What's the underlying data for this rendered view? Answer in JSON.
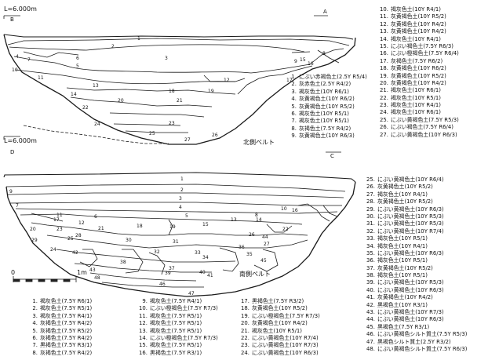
{
  "top_section": {
    "level_label": "L=6.000m",
    "point_start": "B",
    "point_end": "A",
    "bottom_label": "C",
    "title": "北側ベルト",
    "layers": [
      "1",
      "2",
      "3",
      "4",
      "5",
      "6",
      "7",
      "8",
      "9",
      "10",
      "11",
      "12",
      "13",
      "14",
      "15",
      "16",
      "17",
      "18",
      "19",
      "20",
      "21",
      "22",
      "23",
      "24",
      "25",
      "26",
      "27"
    ],
    "legend": [
      {
        "n": "1.",
        "d": "にぶい赤褐色土(2.5Y R5/4)"
      },
      {
        "n": "2.",
        "d": "灰赤色土(2.5Y R4/2)"
      },
      {
        "n": "3.",
        "d": "褐灰色土(10Y R6/1)"
      },
      {
        "n": "4.",
        "d": "灰黄褐色土(10Y R6/2)"
      },
      {
        "n": "5.",
        "d": "灰黄褐色土(10Y R5/2)"
      },
      {
        "n": "6.",
        "d": "褐灰色土(10Y R5/1)"
      },
      {
        "n": "7.",
        "d": "褐灰色土(10Y R5/1)"
      },
      {
        "n": "8.",
        "d": "灰褐色土(7.5Y R4/2)"
      },
      {
        "n": "9.",
        "d": "灰黄褐色土(10Y R6/3)"
      },
      {
        "n": "10.",
        "d": "褐灰色土(10Y R4/1)"
      },
      {
        "n": "11.",
        "d": "灰黄褐色土(10Y R5/2)"
      },
      {
        "n": "12.",
        "d": "灰黄褐色土(10Y R4/2)"
      },
      {
        "n": "13.",
        "d": "灰黄褐色土(10Y R4/2)"
      },
      {
        "n": "14.",
        "d": "褐灰色土(10Y R4/1)"
      },
      {
        "n": "15.",
        "d": "にぶい褐色土(7.5Y R6/3)"
      },
      {
        "n": "16.",
        "d": "にぶい橙褐色土(7.5Y R6/4)"
      },
      {
        "n": "17.",
        "d": "灰褐色土(7.5Y R6/2)"
      },
      {
        "n": "18.",
        "d": "灰黄褐色土(10Y R6/2)"
      },
      {
        "n": "19.",
        "d": "灰黄褐色土(10Y R5/2)"
      },
      {
        "n": "20.",
        "d": "灰黄褐色土(10Y R4/2)"
      },
      {
        "n": "21.",
        "d": "褐灰色土(10Y R6/1)"
      },
      {
        "n": "22.",
        "d": "褐灰色土(10Y R5/1)"
      },
      {
        "n": "23.",
        "d": "褐灰色土(10Y R4/1)"
      },
      {
        "n": "24.",
        "d": "褐灰色土(10Y R6/1)"
      },
      {
        "n": "25.",
        "d": "にぶい黄褐色土(7.5Y R5/3)"
      },
      {
        "n": "26.",
        "d": "にぶい褐色土(7.5Y R6/4)"
      },
      {
        "n": "27.",
        "d": "にぶい黄褐色土(10Y R6/3)"
      }
    ]
  },
  "bottom_section": {
    "level_label": "L=6.000m",
    "point_start": "D",
    "title": "南側ベルト",
    "scale": {
      "zero": "0",
      "one": "1m"
    },
    "layers": [
      "1",
      "2",
      "3",
      "4",
      "5",
      "6",
      "7",
      "8",
      "9",
      "10",
      "11",
      "12",
      "13",
      "14",
      "15",
      "16",
      "17",
      "18",
      "19",
      "20",
      "21",
      "22",
      "23",
      "24",
      "25",
      "26",
      "27",
      "28",
      "29",
      "30",
      "31",
      "32",
      "33",
      "34",
      "35",
      "36",
      "37",
      "38",
      "39",
      "40",
      "41",
      "42",
      "43",
      "44",
      "45",
      "46",
      "47",
      "48"
    ],
    "legend": [
      {
        "n": "1.",
        "d": "褐灰色土(7.5Y R6/1)"
      },
      {
        "n": "2.",
        "d": "褐灰色土(7.5Y R5/1)"
      },
      {
        "n": "3.",
        "d": "褐灰色土(7.5Y R4/1)"
      },
      {
        "n": "4.",
        "d": "灰褐色土(7.5Y R4/2)"
      },
      {
        "n": "5.",
        "d": "灰褐色土(7.5Y R5/2)"
      },
      {
        "n": "6.",
        "d": "灰褐色土(7.5Y R4/2)"
      },
      {
        "n": "7.",
        "d": "黒褐色土(7.5Y R3/1)"
      },
      {
        "n": "8.",
        "d": "灰褐色土(7.5Y R4/2)"
      },
      {
        "n": "9.",
        "d": "褐灰色土(7.5Y R4/1)"
      },
      {
        "n": "10.",
        "d": "にぶい橙褐色土(7.5Y R7/3)"
      },
      {
        "n": "11.",
        "d": "褐灰色土(7.5Y R5/1)"
      },
      {
        "n": "12.",
        "d": "褐灰色土(7.5Y R5/1)"
      },
      {
        "n": "13.",
        "d": "褐灰色土(7.5Y R5/1)"
      },
      {
        "n": "14.",
        "d": "にぶい橙褐色土(7.5Y R7/3)"
      },
      {
        "n": "15.",
        "d": "褐灰色土(7.5Y R5/1)"
      },
      {
        "n": "16.",
        "d": "黒褐色土(7.5Y R3/1)"
      },
      {
        "n": "17.",
        "d": "黒褐色土(7.5Y R3/2)"
      },
      {
        "n": "18.",
        "d": "灰黄褐色土(10Y R5/2)"
      },
      {
        "n": "19.",
        "d": "にぶい橙褐色土(7.5Y R7/3)"
      },
      {
        "n": "20.",
        "d": "灰黄褐色土(10Y R4/2)"
      },
      {
        "n": "21.",
        "d": "褐灰色土(10Y R5/1)"
      },
      {
        "n": "22.",
        "d": "にぶい黄褐色土(10Y R7/4)"
      },
      {
        "n": "23.",
        "d": "にぶい黄褐色土(10Y R7/3)"
      },
      {
        "n": "24.",
        "d": "にぶい黄褐色土(10Y R6/3)"
      },
      {
        "n": "25.",
        "d": "にぶい黄褐色土(10Y R6/4)"
      },
      {
        "n": "26.",
        "d": "灰黄褐色土(10Y R5/2)"
      },
      {
        "n": "27.",
        "d": "褐灰色土(10Y R4/1)"
      },
      {
        "n": "28.",
        "d": "灰黄褐色土(10Y R5/2)"
      },
      {
        "n": "29.",
        "d": "にぶい黄褐色土(10Y R6/3)"
      },
      {
        "n": "30.",
        "d": "にぶい黄褐色土(10Y R5/3)"
      },
      {
        "n": "31.",
        "d": "にぶい黄褐色土(10Y R5/3)"
      },
      {
        "n": "32.",
        "d": "にぶい黄褐色土(10Y R7/4)"
      },
      {
        "n": "33.",
        "d": "褐灰色土(10Y R5/1)"
      },
      {
        "n": "34.",
        "d": "褐灰色土(10Y R4/1)"
      },
      {
        "n": "35.",
        "d": "にぶい黄褐色土(10Y R6/3)"
      },
      {
        "n": "36.",
        "d": "褐灰色土(10Y R5/1)"
      },
      {
        "n": "37.",
        "d": "灰黄褐色土(10Y R5/2)"
      },
      {
        "n": "38.",
        "d": "褐灰色土(10Y R5/1)"
      },
      {
        "n": "39.",
        "d": "にぶい黄褐色土(10Y R5/3)"
      },
      {
        "n": "40.",
        "d": "にぶい黄褐色土(10Y R6/3)"
      },
      {
        "n": "41.",
        "d": "灰黄褐色土(10Y R4/2)"
      },
      {
        "n": "42.",
        "d": "黒褐色土(10Y R3/1)"
      },
      {
        "n": "43.",
        "d": "にぶい黄褐色土(10Y R7/3)"
      },
      {
        "n": "44.",
        "d": "にぶい黄褐色土(10Y R6/3)"
      },
      {
        "n": "45.",
        "d": "黒褐色土(7.5Y R3/1)"
      },
      {
        "n": "46.",
        "d": "にぶい黄褐色シルト質土(7.5Y R5/3)"
      },
      {
        "n": "47.",
        "d": "黒褐色シルト質土(2.5Y R3/2)"
      },
      {
        "n": "48.",
        "d": "にぶい黄褐色シルト質土(7.5Y R6/3)"
      }
    ]
  }
}
